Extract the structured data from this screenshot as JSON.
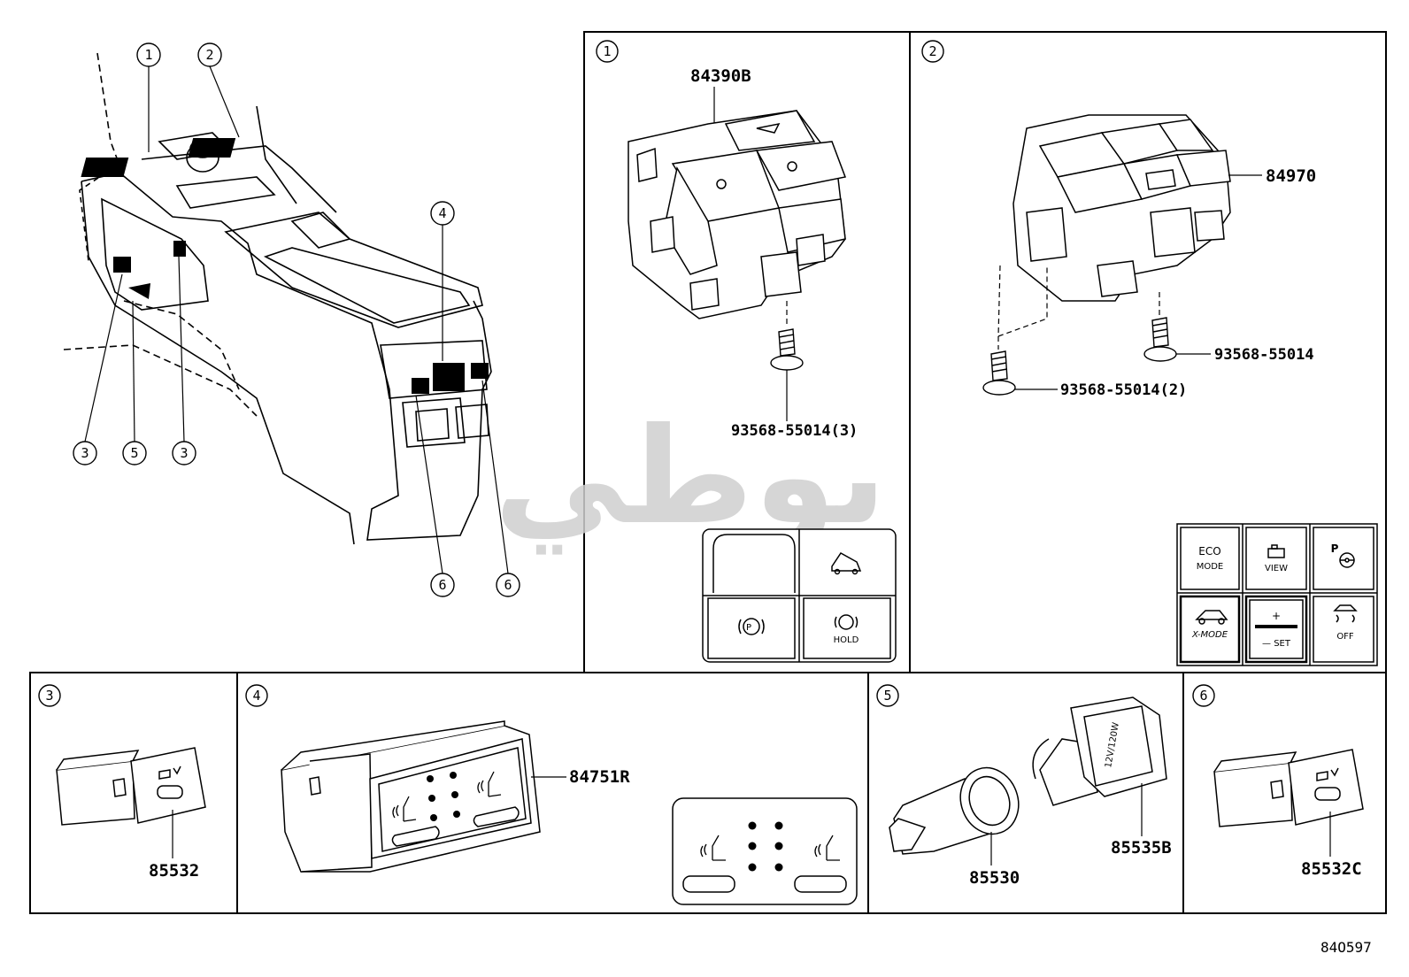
{
  "callouts": {
    "one": "1",
    "two": "2",
    "three": "3",
    "four": "4",
    "five": "5",
    "six": "6"
  },
  "parts": {
    "p84390B": "84390B",
    "p84970": "84970",
    "screw_3": "93568-55014(3)",
    "screw_2": "93568-55014(2)",
    "screw_1": "93568-55014",
    "p85532": "85532",
    "p84751R": "84751R",
    "p85530": "85530",
    "p85535B": "85535B",
    "p85532C": "85532C"
  },
  "switch_panel_1": {
    "hold": "HOLD"
  },
  "switch_panel_2": {
    "eco_line1": "ECO",
    "eco_line2": "MODE",
    "view": "VIEW",
    "p_label": "P",
    "xmode": "X-MODE",
    "plus": "+",
    "set": "— SET",
    "off": "OFF"
  },
  "socket_label": "12V/120W",
  "diagram_ref": "84O597",
  "watermark": "بوطي"
}
